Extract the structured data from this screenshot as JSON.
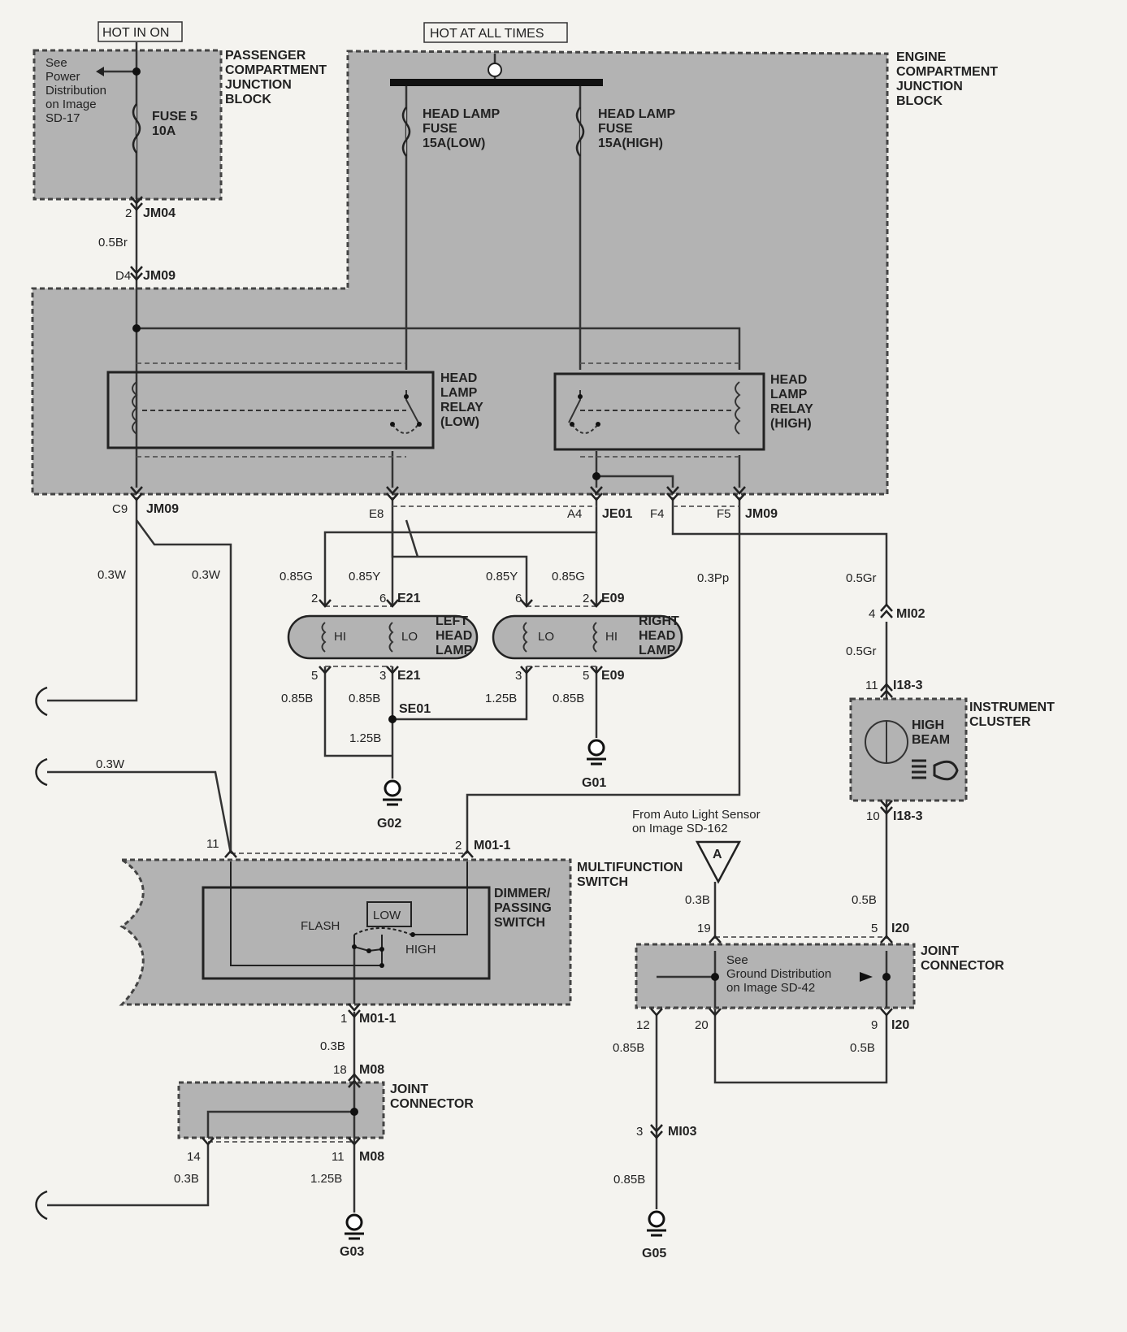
{
  "power": {
    "hot_in_on": "HOT IN ON",
    "hot_at_all_times": "HOT AT ALL TIMES"
  },
  "blocks": {
    "passenger": "PASSENGER\nCOMPARTMENT\nJUNCTION\nBLOCK",
    "engine": "ENGINE\nCOMPARTMENT\nJUNCTION\nBLOCK",
    "see_power": "See\nPower\nDistribution\non Image\nSD-17"
  },
  "fuses": {
    "fuse5": "FUSE 5\n10A",
    "low": "HEAD LAMP\nFUSE\n15A(LOW)",
    "high": "HEAD LAMP\nFUSE\n15A(HIGH)"
  },
  "relays": {
    "low": "HEAD\nLAMP\nRELAY\n(LOW)",
    "high": "HEAD\nLAMP\nRELAY\n(HIGH)"
  },
  "connectors": {
    "jm04": "JM04",
    "jm09": "JM09",
    "je01": "JE01",
    "e21": "E21",
    "e09": "E09",
    "se01": "SE01",
    "mi02": "MI02",
    "i18_3": "I18-3",
    "m01_1": "M01-1",
    "i20": "I20",
    "m08": "M08",
    "mi03": "MI03"
  },
  "pins": {
    "p2": "2",
    "d4": "D4",
    "c9": "C9",
    "e8": "E8",
    "a4": "A4",
    "f4": "F4",
    "f5": "F5",
    "p6": "6",
    "p5": "5",
    "p3": "3",
    "p4": "4",
    "p11": "11",
    "p10": "10",
    "p1": "1",
    "p19": "19",
    "p12": "12",
    "p20": "20",
    "p9": "9",
    "p18": "18",
    "p14": "14"
  },
  "wires": {
    "w05br": "0.5Br",
    "w03w": "0.3W",
    "w085g": "0.85G",
    "w085y": "0.85Y",
    "w03pp": "0.3Pp",
    "w05gr": "0.5Gr",
    "w085b": "0.85B",
    "w125b": "1.25B",
    "w03b": "0.3B",
    "w05b": "0.5B"
  },
  "lamps": {
    "left": "LEFT\nHEAD\nLAMP",
    "right": "RIGHT\nHEAD\nLAMP",
    "hi": "HI",
    "lo": "LO"
  },
  "grounds": {
    "g01": "G01",
    "g02": "G02",
    "g03": "G03",
    "g05": "G05"
  },
  "cluster": {
    "title": "INSTRUMENT\nCLUSTER",
    "indicator": "HIGH\nBEAM"
  },
  "switch": {
    "title": "MULTIFUNCTION\nSWITCH",
    "sub": "DIMMER/\nPASSING\nSWITCH",
    "flash": "FLASH",
    "low": "LOW",
    "high": "HIGH"
  },
  "joint": {
    "title": "JOINT\nCONNECTOR"
  },
  "auto_light": {
    "text": "From Auto Light Sensor\non Image SD-162",
    "ref": "A"
  },
  "ground_ref": "See\nGround Distribution\non Image SD-42"
}
